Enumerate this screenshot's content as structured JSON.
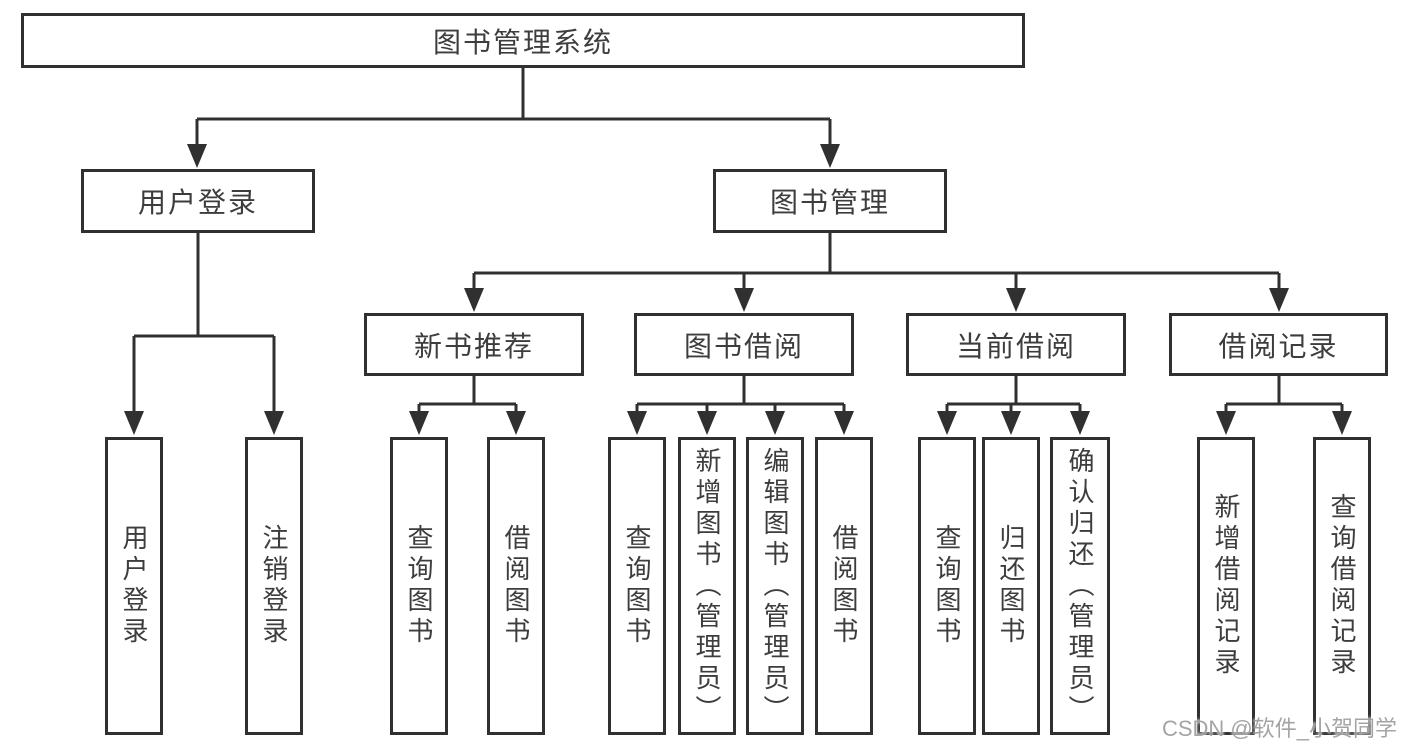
{
  "diagram": {
    "root": {
      "label": "图书管理系统"
    },
    "user_login": {
      "label": "用户登录",
      "children": [
        {
          "label": "用户登录"
        },
        {
          "label": "注销登录"
        }
      ]
    },
    "book_management": {
      "label": "图书管理",
      "children": [
        {
          "label": "新书推荐",
          "children": [
            {
              "label": "查询图书"
            },
            {
              "label": "借阅图书"
            }
          ]
        },
        {
          "label": "图书借阅",
          "children": [
            {
              "label": "查询图书"
            },
            {
              "label": "新增图书（管理员）"
            },
            {
              "label": "编辑图书（管理员）"
            },
            {
              "label": "借阅图书"
            }
          ]
        },
        {
          "label": "当前借阅",
          "children": [
            {
              "label": "查询图书"
            },
            {
              "label": "归还图书"
            },
            {
              "label": "确认归还（管理员）"
            }
          ]
        },
        {
          "label": "借阅记录",
          "children": [
            {
              "label": "新增借阅记录"
            },
            {
              "label": "查询借阅记录"
            }
          ]
        }
      ]
    }
  },
  "colors": {
    "line": "#303030",
    "text": "#3d3d3d",
    "watermark": "#949494"
  },
  "watermark": {
    "text": "CSDN @软件_小贺同学"
  }
}
